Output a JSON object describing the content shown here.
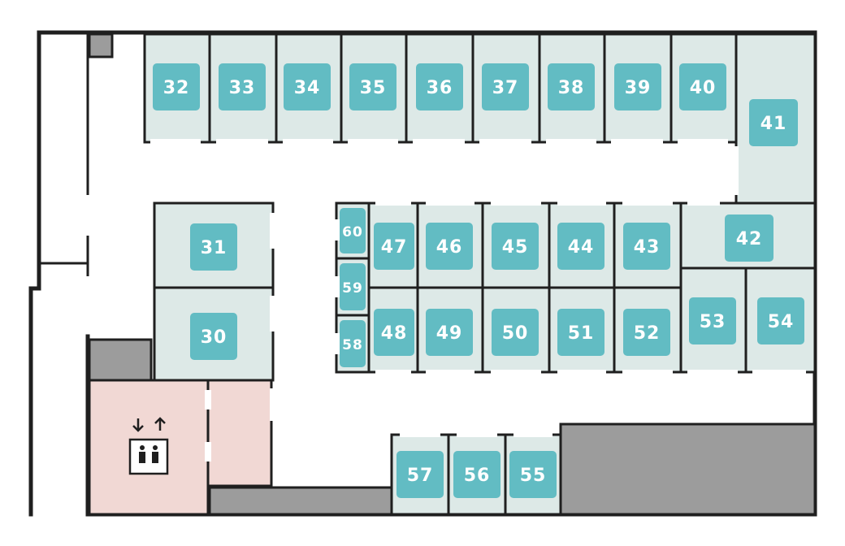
{
  "colors": {
    "unit_fill": "#dde9e7",
    "badge_fill": "#62bcc3",
    "wall": "#1f1f1f",
    "utility": "#9c9c9c",
    "elevator_area": "#f1d8d4",
    "background": "#ffffff"
  },
  "units": {
    "u30": "30",
    "u31": "31",
    "u32": "32",
    "u33": "33",
    "u34": "34",
    "u35": "35",
    "u36": "36",
    "u37": "37",
    "u38": "38",
    "u39": "39",
    "u40": "40",
    "u41": "41",
    "u42": "42",
    "u43": "43",
    "u44": "44",
    "u45": "45",
    "u46": "46",
    "u47": "47",
    "u48": "48",
    "u49": "49",
    "u50": "50",
    "u51": "51",
    "u52": "52",
    "u53": "53",
    "u54": "54",
    "u55": "55",
    "u56": "56",
    "u57": "57",
    "u58": "58",
    "u59": "59",
    "u60": "60"
  },
  "icons": {
    "elevator": "elevator-icon",
    "arrows": "up-down-arrows-icon"
  }
}
